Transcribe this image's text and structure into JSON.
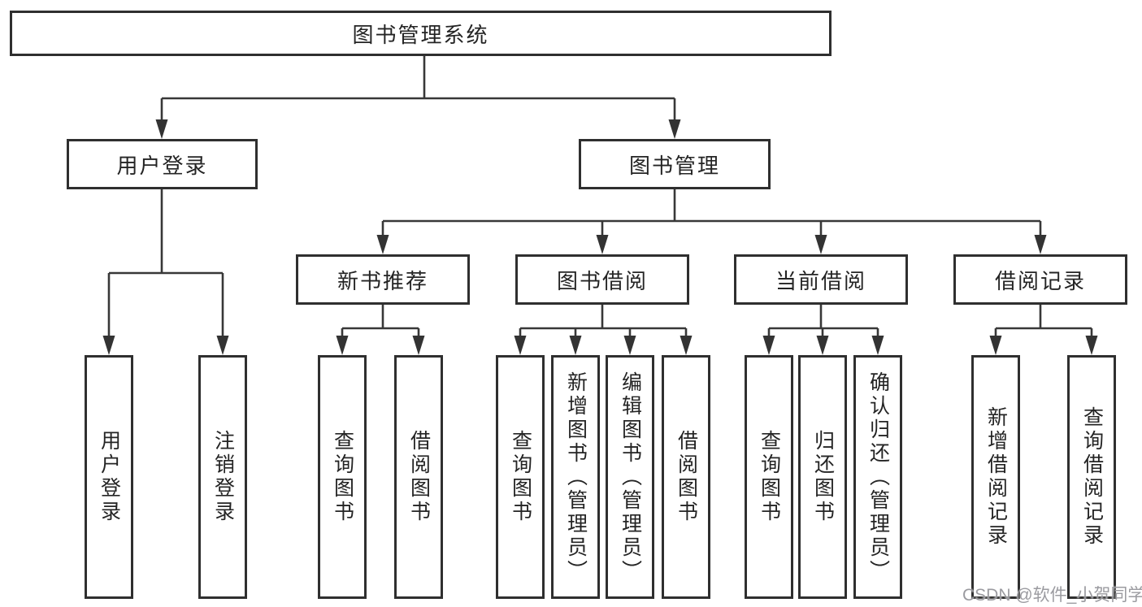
{
  "tree": {
    "root": {
      "label": "图书管理系统"
    },
    "branches": [
      {
        "label": "用户登录",
        "leaves": [
          "用户登录",
          "注销登录"
        ]
      },
      {
        "label": "图书管理",
        "groups": [
          {
            "label": "新书推荐",
            "leaves": [
              "查询图书",
              "借阅图书"
            ]
          },
          {
            "label": "图书借阅",
            "leaves": [
              "查询图书",
              "新增图书（管理员）",
              "编辑图书（管理员）",
              "借阅图书"
            ]
          },
          {
            "label": "当前借阅",
            "leaves": [
              "查询图书",
              "归还图书",
              "确认归还（管理员）"
            ]
          },
          {
            "label": "借阅记录",
            "leaves": [
              "新增借阅记录",
              "查询借阅记录"
            ]
          }
        ]
      }
    ]
  },
  "watermark": "CSDN @软件_小贺同学",
  "colors": {
    "line": "#383838",
    "box_border": "#2f2f2f",
    "text": "#242424",
    "watermark": "#96969b",
    "background": "#ffffff"
  }
}
